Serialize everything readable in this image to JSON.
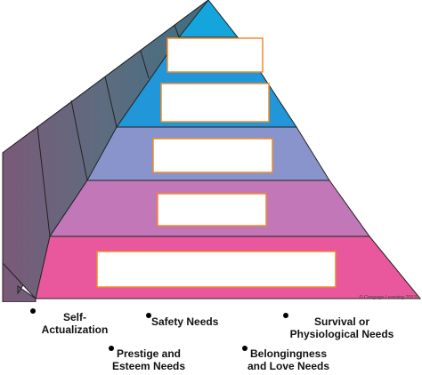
{
  "diagram": {
    "levels": [
      {
        "id": "top",
        "color": "#14a5dc",
        "answer_box": ""
      },
      {
        "id": "second",
        "color": "#2196d8",
        "answer_box": ""
      },
      {
        "id": "middle",
        "color": "#8a94cc",
        "answer_box": ""
      },
      {
        "id": "fourth",
        "color": "#c277b8",
        "answer_box": ""
      },
      {
        "id": "base",
        "color": "#e9579d",
        "answer_box": ""
      }
    ],
    "side_face_color": "#5b6f82",
    "box_border_color": "#f08a2a",
    "credit": "© Cengage Learning 2013"
  },
  "word_bank": {
    "self_actualization": [
      "Self-",
      "Actualization"
    ],
    "safety": "Safety Needs",
    "survival": [
      "Survival or",
      "Physiological Needs"
    ],
    "prestige": [
      "Prestige and",
      "Esteem Needs"
    ],
    "belongingness": [
      "Belongingness",
      "and Love Needs"
    ]
  }
}
